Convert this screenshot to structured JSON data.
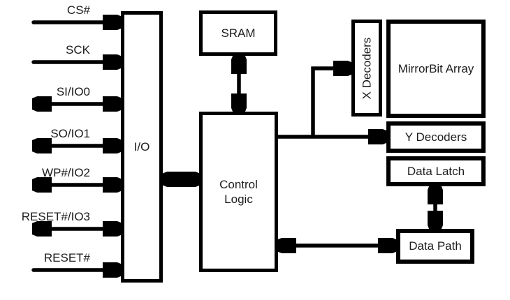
{
  "diagram": {
    "signals": [
      {
        "label": "CS#",
        "direction": "input"
      },
      {
        "label": "SCK",
        "direction": "input"
      },
      {
        "label": "SI/IO0",
        "direction": "bidirectional"
      },
      {
        "label": "SO/IO1",
        "direction": "bidirectional"
      },
      {
        "label": "WP#/IO2",
        "direction": "bidirectional"
      },
      {
        "label": "RESET#/IO3",
        "direction": "bidirectional"
      },
      {
        "label": "RESET#",
        "direction": "input"
      }
    ],
    "blocks": {
      "io": "I/O",
      "sram": "SRAM",
      "control_logic": "Control Logic",
      "x_decoders": "X Decoders",
      "mirrorbit_array": "MirrorBit Array",
      "y_decoders": "Y Decoders",
      "data_latch": "Data Latch",
      "data_path": "Data Path"
    },
    "colors": {
      "line": "#000000",
      "text": "#1c1c1c",
      "background": "#ffffff"
    }
  }
}
